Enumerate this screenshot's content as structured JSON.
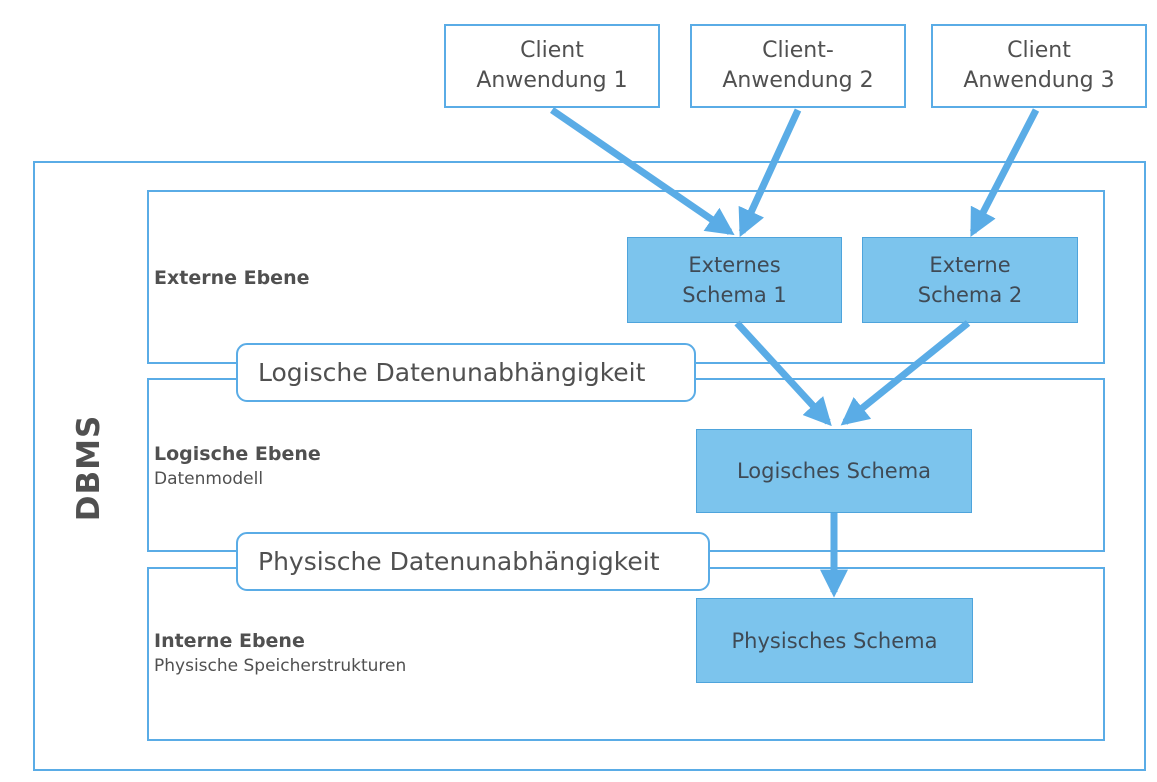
{
  "clients": [
    {
      "line1": "Client",
      "line2": "Anwendung 1"
    },
    {
      "line1": "Client-",
      "line2": "Anwendung 2"
    },
    {
      "line1": "Client",
      "line2": "Anwendung 3"
    }
  ],
  "dbms_label": "DBMS",
  "levels": {
    "external": {
      "title": "Externe Ebene"
    },
    "logical": {
      "title": "Logische Ebene",
      "subtitle": "Datenmodell"
    },
    "internal": {
      "title": "Interne Ebene",
      "subtitle": "Physische Speicherstrukturen"
    }
  },
  "schemas": {
    "external1": {
      "line1": "Externes",
      "line2": "Schema 1"
    },
    "external2": {
      "line1": "Externe",
      "line2": "Schema 2"
    },
    "logical": {
      "label": "Logisches Schema"
    },
    "physical": {
      "label": "Physisches Schema"
    }
  },
  "independence": {
    "logical": "Logische Datenunabhängigkeit",
    "physical": "Physische Datenunabhängigkeit"
  },
  "colors": {
    "border": "#5aace6",
    "schema_fill": "#7cc4ed",
    "arrow": "#5aace6",
    "text": "#505050"
  }
}
